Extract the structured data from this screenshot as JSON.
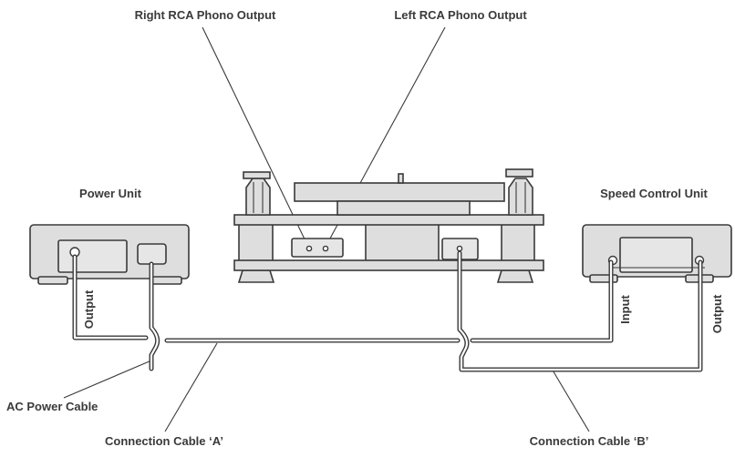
{
  "labels": {
    "right_rca": "Right RCA Phono Output",
    "left_rca": "Left RCA Phono Output",
    "power_unit": "Power Unit",
    "speed_control_unit": "Speed Control Unit",
    "output_power": "Output",
    "input_speed": "Input",
    "output_speed": "Output",
    "ac_power_cable": "AC Power Cable",
    "connection_cable_a": "Connection Cable ‘A’",
    "connection_cable_b": "Connection Cable ‘B’"
  },
  "colors": {
    "line": "#3a3a3a",
    "fill": "#dedede"
  }
}
